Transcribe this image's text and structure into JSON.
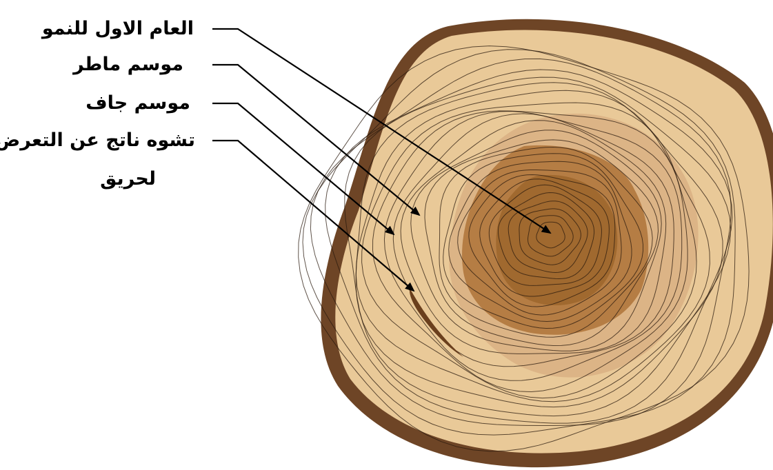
{
  "labels": {
    "first_year": "العام الاول للنمو",
    "wet_season": "موسم ماطر",
    "dry_season": "موسم جاف",
    "fire_scar_line1": "تشوه ناتج عن التعرض",
    "fire_scar_line2": "لحريق"
  },
  "colors": {
    "bark": "#6e4526",
    "sapwood_light": "#e9c998",
    "sapwood_band": "#dcb486",
    "heartwood": "#b57d44",
    "heartwood_dark": "#a0692f",
    "ring_line": "#2a1a0e",
    "scar": "#6a3f1d"
  }
}
